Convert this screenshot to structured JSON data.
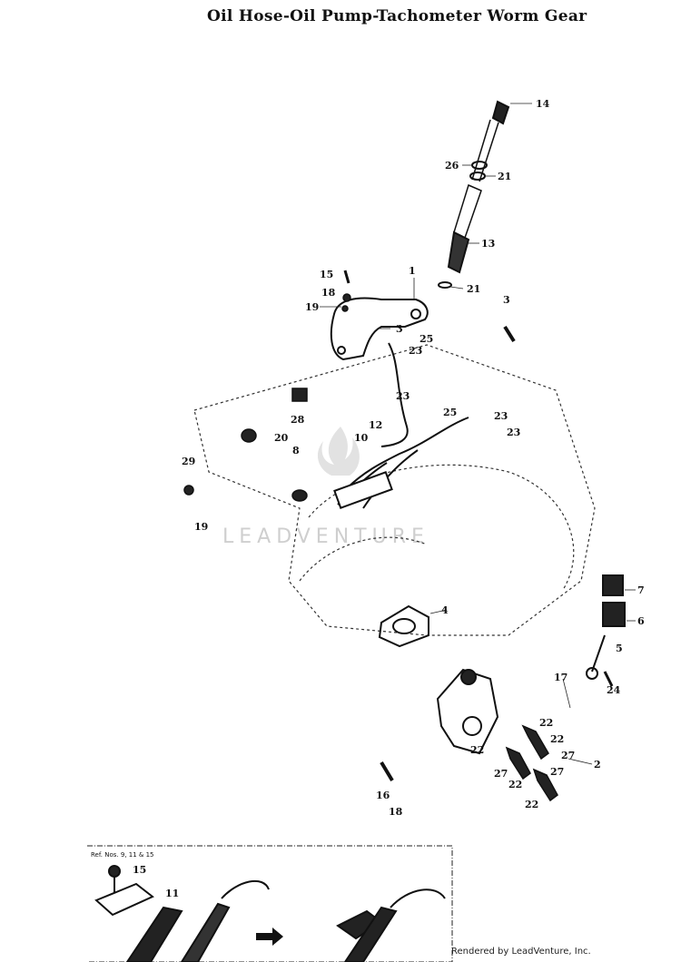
{
  "title": "Oil Hose-Oil Pump-Tachometer Worm Gear",
  "watermark": "LEADVENTURE",
  "credit": "Rendered by LeadVenture, Inc.",
  "inset": {
    "ref_label": "Ref. Nos. 9, 11 & 15"
  },
  "callouts": [
    {
      "id": "c14",
      "text": "14"
    },
    {
      "id": "c26",
      "text": "26"
    },
    {
      "id": "c21a",
      "text": "21"
    },
    {
      "id": "c13",
      "text": "13"
    },
    {
      "id": "c21b",
      "text": "21"
    },
    {
      "id": "c15a",
      "text": "15"
    },
    {
      "id": "c1",
      "text": "1"
    },
    {
      "id": "c18a",
      "text": "18"
    },
    {
      "id": "c19a",
      "text": "19"
    },
    {
      "id": "c3a",
      "text": "3"
    },
    {
      "id": "c3b",
      "text": "3"
    },
    {
      "id": "c25a",
      "text": "25"
    },
    {
      "id": "c23a",
      "text": "23"
    },
    {
      "id": "c23b",
      "text": "23"
    },
    {
      "id": "c28",
      "text": "28"
    },
    {
      "id": "c25b",
      "text": "25"
    },
    {
      "id": "c23c",
      "text": "23"
    },
    {
      "id": "c23d",
      "text": "23"
    },
    {
      "id": "c12",
      "text": "12"
    },
    {
      "id": "c10",
      "text": "10"
    },
    {
      "id": "c20",
      "text": "20"
    },
    {
      "id": "c29",
      "text": "29"
    },
    {
      "id": "c8",
      "text": "8"
    },
    {
      "id": "c19b",
      "text": "19"
    },
    {
      "id": "c4",
      "text": "4"
    },
    {
      "id": "c7",
      "text": "7"
    },
    {
      "id": "c6",
      "text": "6"
    },
    {
      "id": "c5",
      "text": "5"
    },
    {
      "id": "c17",
      "text": "17"
    },
    {
      "id": "c24",
      "text": "24"
    },
    {
      "id": "c22a",
      "text": "22"
    },
    {
      "id": "c22b",
      "text": "22"
    },
    {
      "id": "c27a",
      "text": "27"
    },
    {
      "id": "c2",
      "text": "2"
    },
    {
      "id": "c22c",
      "text": "22"
    },
    {
      "id": "c27b",
      "text": "27"
    },
    {
      "id": "c27c",
      "text": "27"
    },
    {
      "id": "c22d",
      "text": "22"
    },
    {
      "id": "c22e",
      "text": "22"
    },
    {
      "id": "c16",
      "text": "16"
    },
    {
      "id": "c18b",
      "text": "18"
    },
    {
      "id": "c15b",
      "text": "15"
    },
    {
      "id": "c11",
      "text": "11"
    }
  ]
}
